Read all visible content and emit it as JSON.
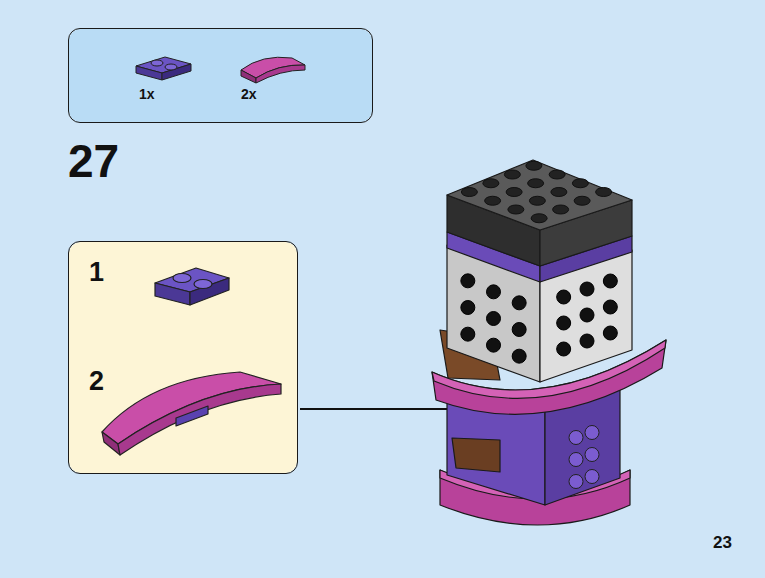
{
  "diagram": {
    "nodes": [
      {
        "text": [
          "1x",
          "2x"
        ]
      },
      {
        "text": [
          "1",
          "2"
        ]
      }
    ],
    "labels": [
      "27",
      "23"
    ]
  }
}
